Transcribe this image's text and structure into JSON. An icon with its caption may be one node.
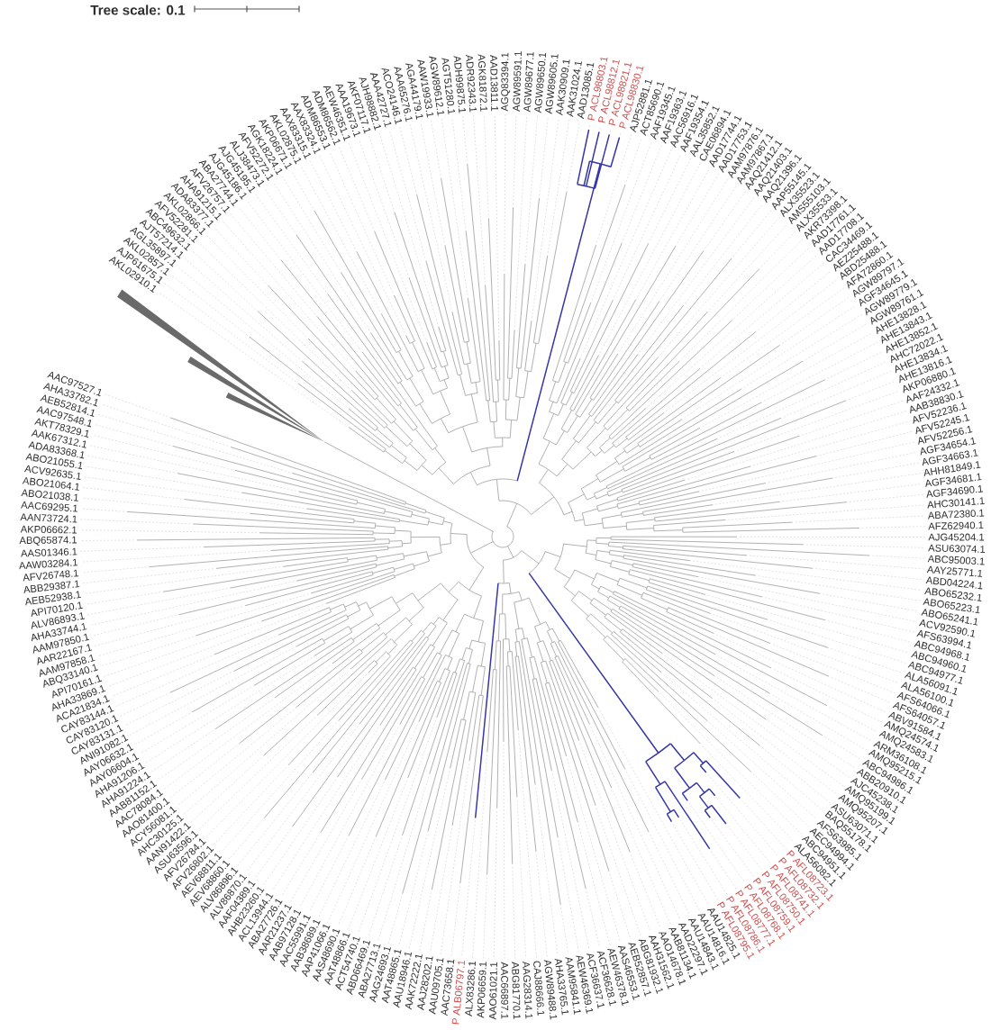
{
  "diagram": {
    "labels": [
      "Tree scale: 0.1",
      "AKL02910.1",
      "AJP61675.1",
      "AKL02857.1",
      "AGL35897.1",
      "AJT57214.1",
      "ABC49632.1",
      "AFV52281.1",
      "AKL02866.1",
      "ADA83377.1",
      "AHA91215.1",
      "AFV26757.1",
      "ABA27744.1",
      "AJG45186.1",
      "AJG45195.1",
      "ALJ38473.1",
      "AFV52272.1",
      "AGK18224.1",
      "AKP06671.1",
      "AKL02875.1",
      "AAX83315.1",
      "AAX83324.1",
      "ADM86553.1",
      "ADM86562.1",
      "AEW46351.1",
      "AAA19673.1",
      "AKF07117.1",
      "AJH98882.1",
      "AAA42727.1",
      "ACO24146.1",
      "AAA65276.1",
      "AGA44179.1",
      "AAW19933.1",
      "AGW89612.1",
      "AGT51280.1",
      "ADH99875.1",
      "ADR92343.1",
      "AGK81872.1",
      "AAD13811.1",
      "AGQ83394.1",
      "AGW89591.1",
      "AGW89677.1",
      "AGW89650.1",
      "AGW89605.1",
      "AAK30909.1",
      "AAK31024.1",
      "AAD13085.1",
      "P ACL98803.1",
      "P ACL98812.1",
      "P ACL98821.1",
      "P ACL98830.1",
      "AJP52881.1",
      "ACT85690.1",
      "AAF19345.1",
      "AAF19363.1",
      "AAC56916.1",
      "AAF19354.1",
      "AAL35852.1",
      "CAE06894.1",
      "AAD17744.1",
      "AAD17753.1",
      "AAM97876.1",
      "AAM97867.1",
      "AAQ21412.1",
      "AAQ21403.1",
      "AAQ21396.1",
      "AAP55145.1",
      "ALX35523.1",
      "AMS55103.1",
      "ALX35533.1",
      "AKR73398.1",
      "AAD17761.1",
      "AAD17708.1",
      "CAC34469.1",
      "AEZ25488.1",
      "ABD25488.1",
      "AFA72860.1",
      "AGW89797.1",
      "AGF34645.1",
      "AGW89779.1",
      "AGW89761.1",
      "AHE13828.1",
      "AHE13843.1",
      "AHE13852.1",
      "AHC72022.1",
      "AHE13834.1",
      "AHE13816.1",
      "AKP06880.1",
      "AAF24332.1",
      "AAB38830.1",
      "AFV52236.1",
      "AFV52245.1",
      "AFV52256.1",
      "AGF34654.1",
      "AGF34663.1",
      "AHH81849.1",
      "AGF34681.1",
      "AGF34690.1",
      "AHC30141.1",
      "ABA72380.1",
      "AFZ62940.1",
      "AJG45204.1",
      "ASU63074.1",
      "ABC95003.1",
      "AAY25771.1",
      "ABD04224.1",
      "ABO65232.1",
      "ABO65223.1",
      "ABO65241.1",
      "ACV92590.1",
      "AFS63994.1",
      "ABC94968.1",
      "ABC94960.1",
      "ABC94977.1",
      "ALA56091.1",
      "ALA56100.1",
      "AFS64066.1",
      "AFS64057.1",
      "ABV91584.1",
      "AMQ24574.1",
      "AMQ24583.1",
      "ARM36108.1",
      "AMQ95215.1",
      "ABC94986.1",
      "ABB20910.1",
      "AJC45238.1",
      "AMQ95199.1",
      "AMQ95207.1",
      "ASU63071.1",
      "BAQ55178.1",
      "AFS63985.1",
      "AEC94994.1",
      "ABC94951.1",
      "ALA56082.1",
      "P AFL08723.1",
      "P AFL08732.1",
      "P AFL08741.1",
      "P AFL08750.1",
      "P AFL08759.1",
      "P AFL08768.1",
      "P AFL08777.1",
      "P AFL08786.1",
      "P AFL08795.1",
      "AAU14825.1",
      "AAU14816.1",
      "AAU14843.1",
      "AAD22297.1",
      "AAB81134.1",
      "AAO14678.1",
      "AAH31562.1",
      "ABG81932.1",
      "AEB52857.1",
      "AAS46553.1",
      "AEW46378.1",
      "ACF36628.1",
      "ACL13944.1",
      "ABA27726.1",
      "AAR21237.1",
      "AAB97128.1",
      "AAC55991.1",
      "AAB38689.1",
      "AAP41066.1",
      "AAS48690.1",
      "AAT48866.1",
      "ACT54740.1",
      "ABD66469.1",
      "ABA27713.1",
      "AAG24693.1",
      "AAT48865.1",
      "AAU18946.1",
      "AAK72222.1",
      "AAJ28202.1",
      "AAU09705.1",
      "AAC73658.1",
      "P ALB06797.1",
      "ALX83286.1",
      "AKP06659.1",
      "AAO61021.1",
      "AAC66897.1",
      "ABG81770.1",
      "AAG28314.1",
      "CAJ88666.1",
      "AGW89488.1",
      "AHA33765.1",
      "AAM95841.1",
      "AEW46369.1",
      "ACF36637.1",
      "AHB23260.1",
      "AAF04389.1",
      "ALV86870.1",
      "ALV86896.1",
      "AEV68860.1",
      "AEV68811.1",
      "AFV26802.1",
      "AFV26784.1",
      "ASU63596.1",
      "AAN91422.1",
      "AHC30125.1",
      "ACY56081.1",
      "AAO81400.1",
      "AAC78084.1",
      "AAB81152.1",
      "AHA91224.1",
      "AHA91206.1",
      "AAY06604.1",
      "AAY06632.1",
      "ANI91082.1",
      "CAY83131.1",
      "CAY83120.1",
      "CAY83144.1",
      "ACA21834.1",
      "AHA33869.1",
      "API70161.1",
      "ABQ33140.1",
      "AAM97858.1",
      "AAR22167.1",
      "AAM97850.1",
      "AHA33744.1",
      "ALV86893.1",
      "API70120.1",
      "AEB52938.1",
      "ABB29387.1",
      "AFV26748.1",
      "AAW03284.1",
      "AAS01346.1",
      "ABQ65874.1",
      "AKP06662.1",
      "AAN73724.1",
      "AAC69295.1",
      "ABO21038.1",
      "ABO21064.1",
      "ACV92635.1",
      "ABO21055.1",
      "ADA83368.1",
      "AAK67312.1",
      "AKT78329.1",
      "AAC97548.1",
      "AEB52814.1",
      "AHA33782.1",
      "AAC97527.1"
    ]
  }
}
